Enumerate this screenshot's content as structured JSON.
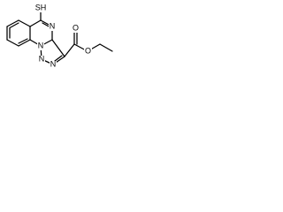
{
  "diagram": {
    "atoms": {
      "sulfur_group": "SH",
      "ring_nitrogen_top": "N",
      "ring_nitrogen_bottom": "N",
      "triazole_nitrogen_left": "N",
      "triazole_nitrogen_right": "N",
      "ester_oxygen_double": "O",
      "ester_oxygen_single": "O"
    },
    "colors": {
      "line": "#000000",
      "background": "#ffffff"
    }
  }
}
